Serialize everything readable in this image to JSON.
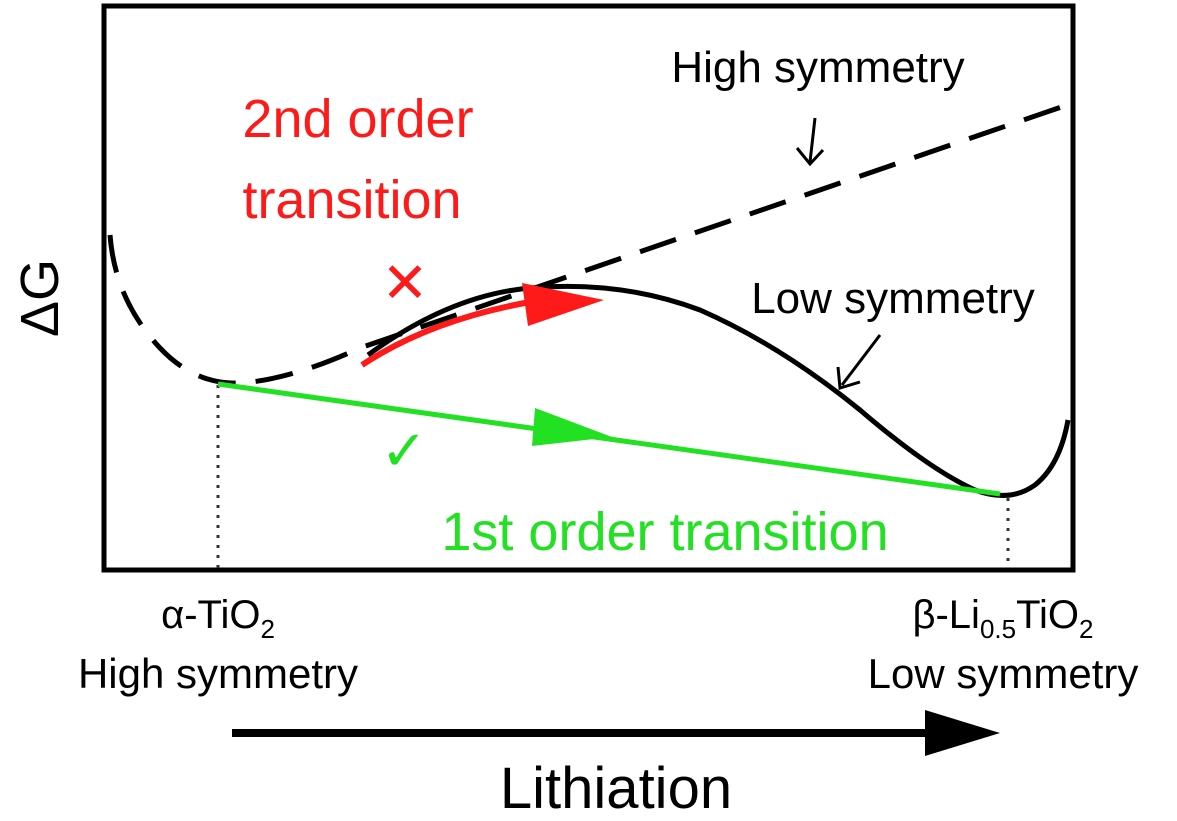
{
  "axis": {
    "y_label": "ΔG",
    "x_label": "Lithiation"
  },
  "curves": {
    "high_symmetry_label": "High symmetry",
    "low_symmetry_label": "Low symmetry"
  },
  "transitions": {
    "second_order": {
      "line1": "2nd order",
      "line2": "transition",
      "mark": "✕",
      "color": "#ff1a1a"
    },
    "first_order": {
      "label": "1st order transition",
      "mark": "✓",
      "color": "#22e022"
    }
  },
  "phases": {
    "left": {
      "prefix": "α-TiO",
      "subscript": "2",
      "symmetry": "High symmetry"
    },
    "right": {
      "prefix": "β-Li",
      "subscript1": "0.5",
      "middle": "TiO",
      "subscript2": "2",
      "symmetry": "Low symmetry"
    }
  },
  "colors": {
    "curve": "#000000",
    "second_order": "#ff1a1a",
    "first_order": "#22e022"
  }
}
